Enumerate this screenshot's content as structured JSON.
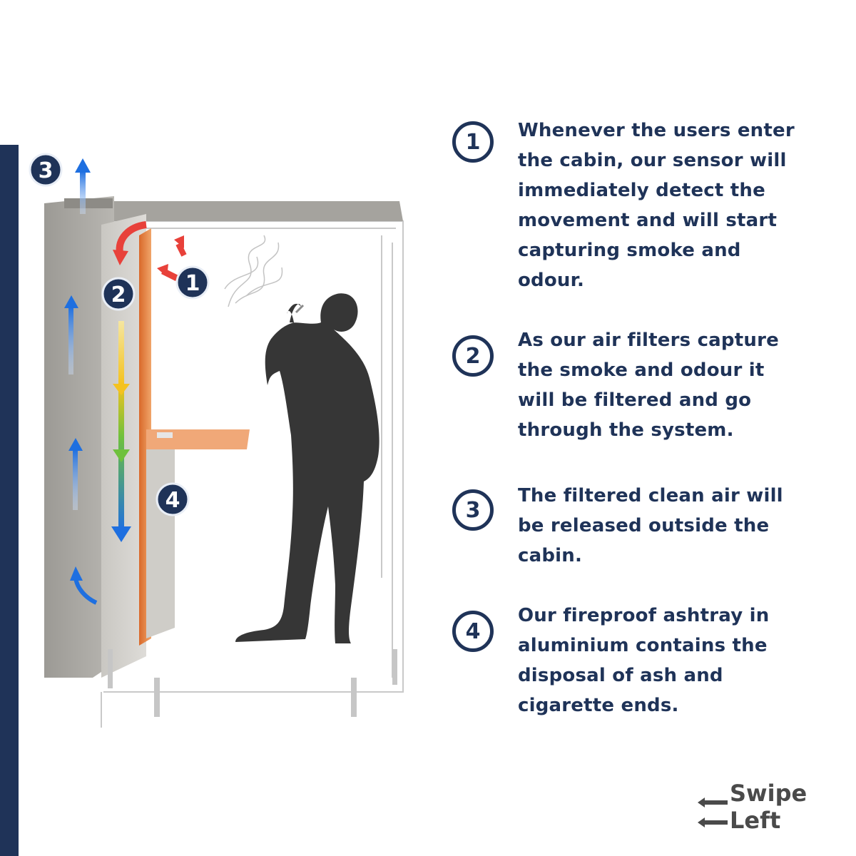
{
  "colors": {
    "navy": "#1f3358",
    "gray_text": "#4a4a4a",
    "arrow_red": "#e8413a",
    "arrow_blue": "#1e6fe0"
  },
  "diagram": {
    "badges": [
      "3",
      "2",
      "1",
      "4"
    ]
  },
  "steps": [
    {
      "number": "1",
      "lines": [
        "Whenever the users enter",
        "the cabin, our  sensor will",
        "immediately detect the",
        "movement and will start",
        "capturing smoke and",
        "odour."
      ]
    },
    {
      "number": "2",
      "lines": [
        "As our air filters capture",
        "the smoke and odour it",
        "will be filtered and go",
        "through the system."
      ]
    },
    {
      "number": "3",
      "lines": [
        "The filtered clean air will",
        "be released outside the",
        "cabin."
      ]
    },
    {
      "number": "4",
      "lines": [
        "Our fireproof ashtray in",
        "aluminium contains the",
        "disposal of ash and",
        "cigarette ends."
      ]
    }
  ],
  "swipe": {
    "line1": "Swipe",
    "line2": "Left"
  }
}
